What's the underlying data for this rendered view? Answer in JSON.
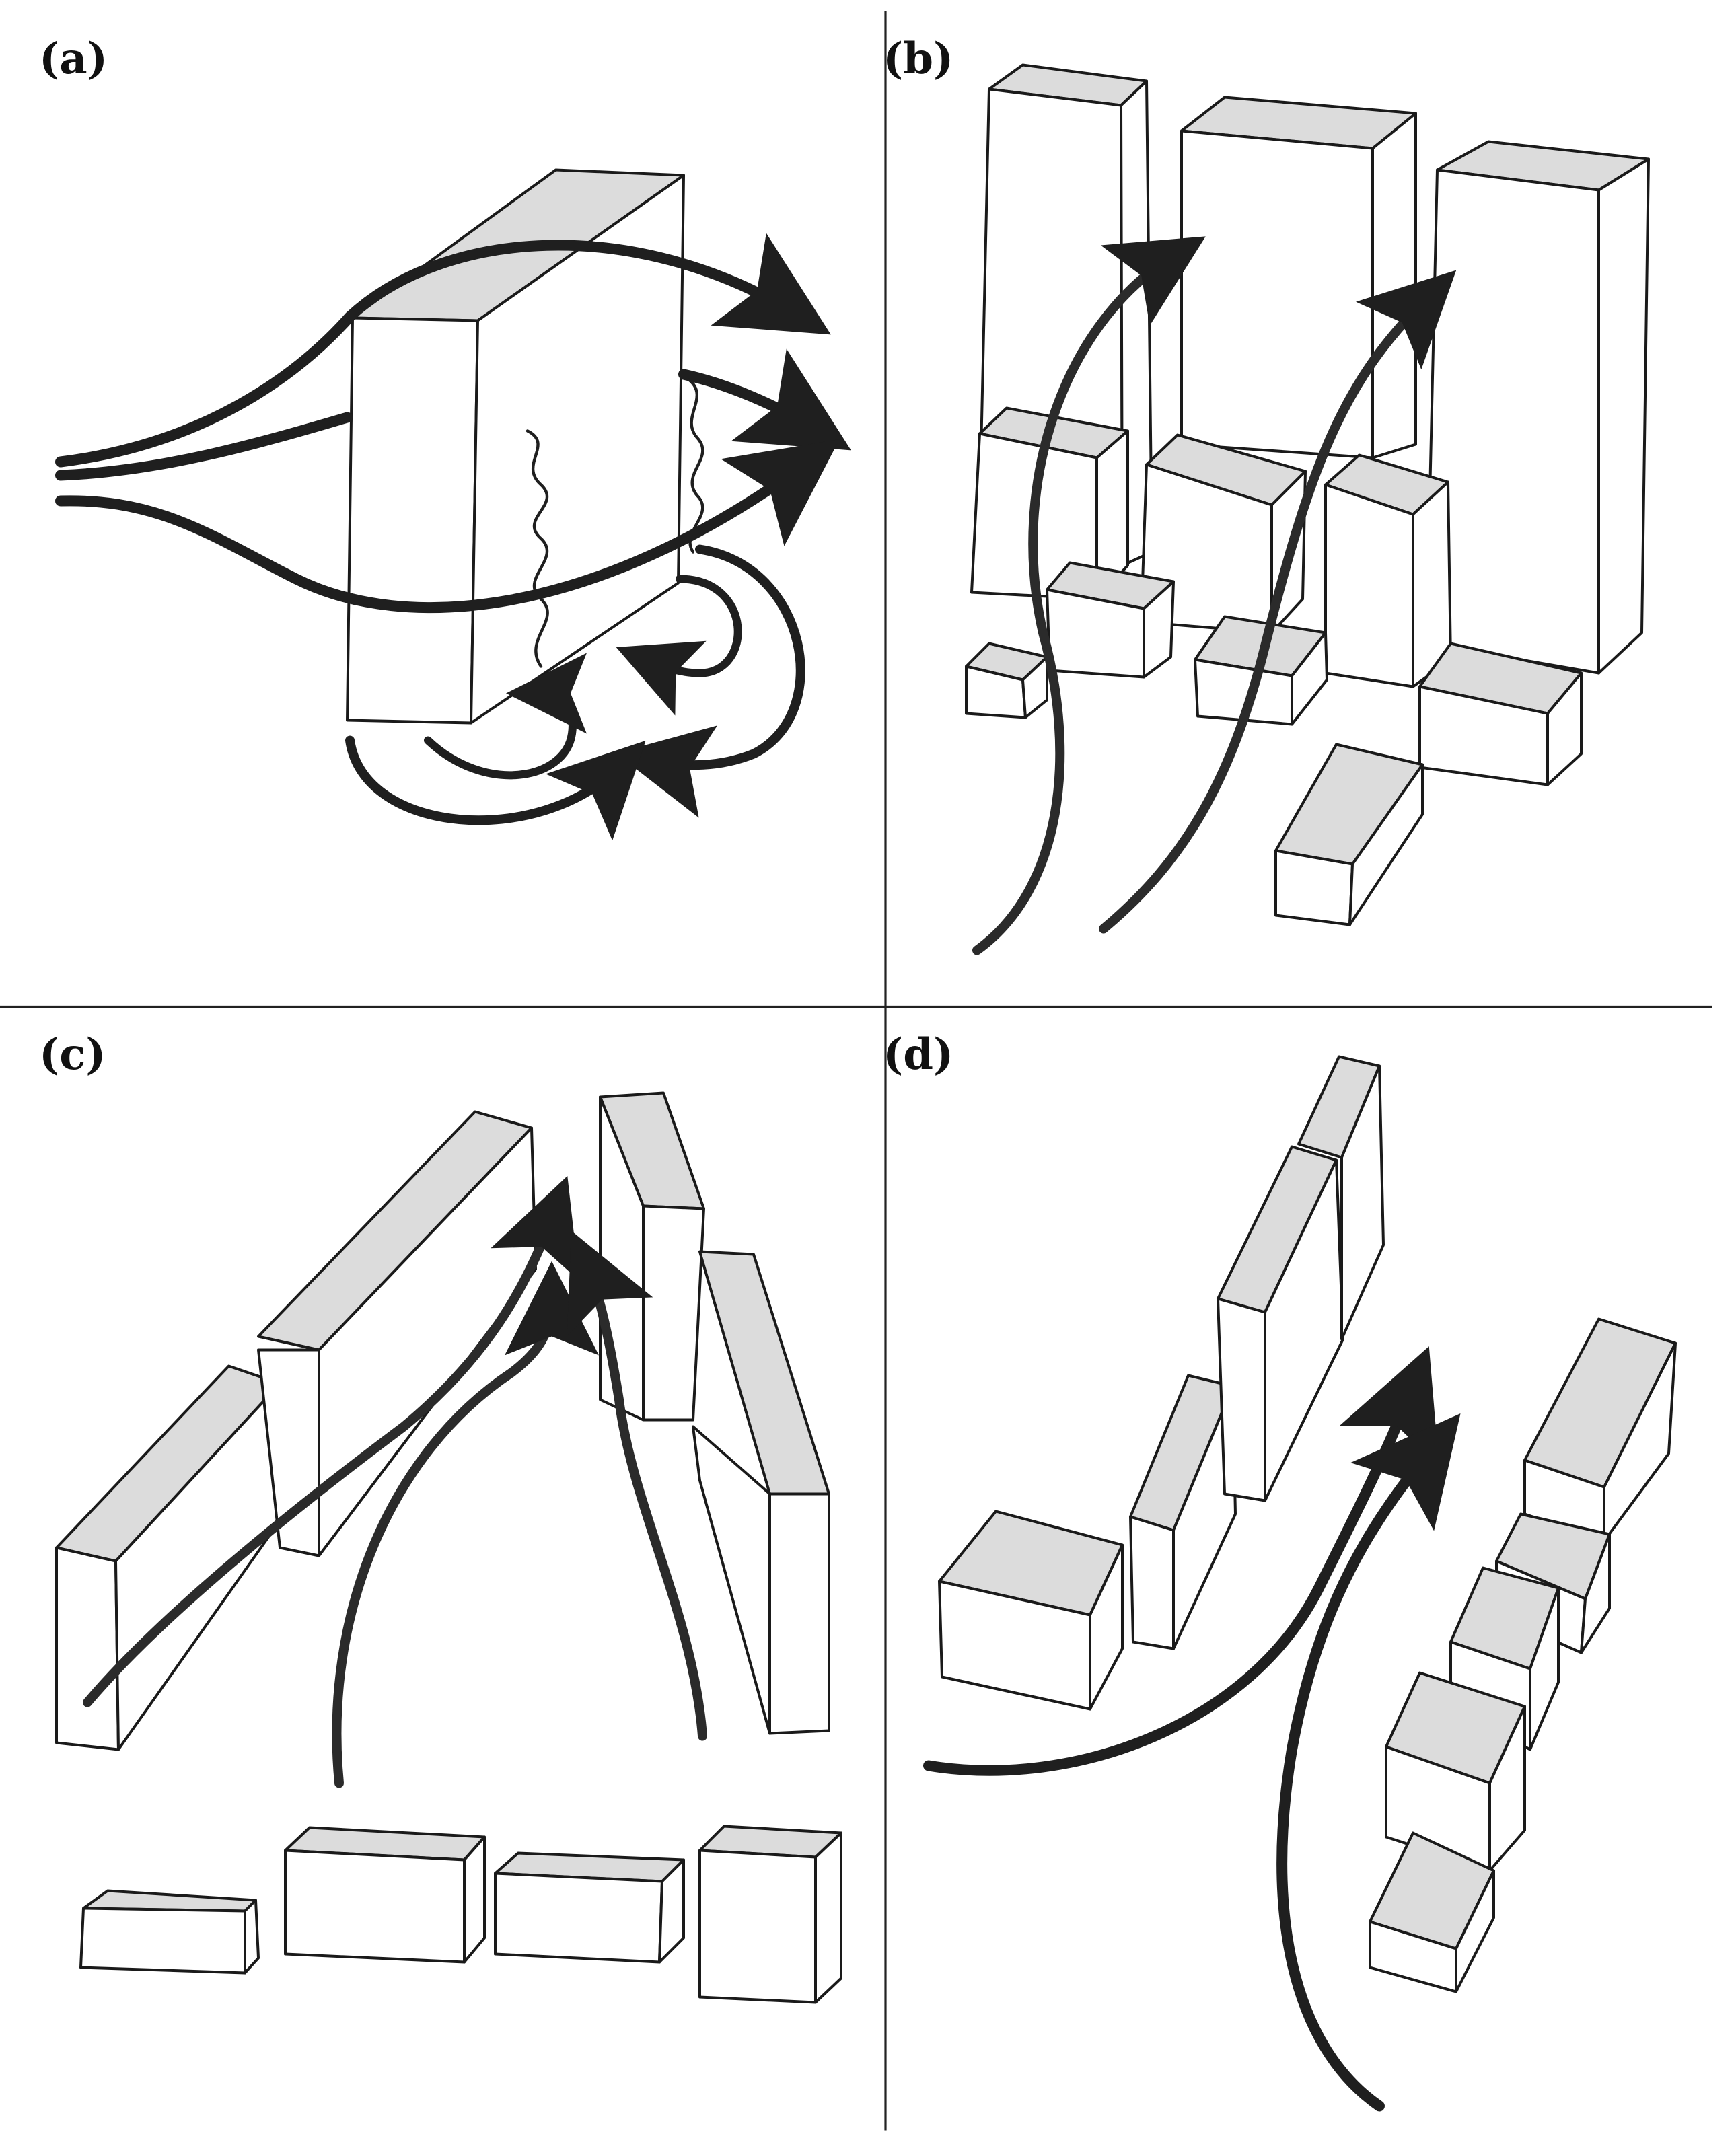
{
  "panels": [
    {
      "label": "(a)",
      "description_icon": "single-tall-building-airflow"
    },
    {
      "label": "(b)",
      "description_icon": "staggered-buildings-airflow"
    },
    {
      "label": "(c)",
      "description_icon": "converging-building-rows-airflow"
    },
    {
      "label": "(d)",
      "description_icon": "diagonal-building-rows-airflow"
    }
  ],
  "colors": {
    "background": "#ffffff",
    "ink": "#1a1a1a",
    "roof_fill": "#dcdcdc",
    "arrow_fill": "#2b2b2b",
    "divider": "#222222"
  }
}
